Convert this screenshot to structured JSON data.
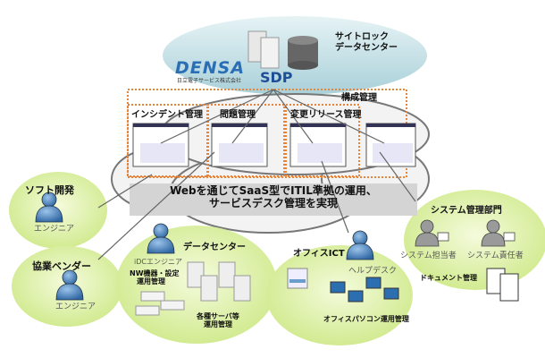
{
  "top": {
    "site_label_line1": "サイトロック",
    "site_label_line2": "データセンター",
    "logo_text": "DENSA",
    "logo_subtext": "日立電子サービス株式会社",
    "platform": "SDP"
  },
  "modules": {
    "config": "構成管理",
    "items": [
      {
        "label": "インシデント管理"
      },
      {
        "label": "問題管理"
      },
      {
        "label": "変更リリース管理"
      }
    ]
  },
  "banner": {
    "line1": "Webを通じてSaaS型でITIL準拠の運用、",
    "line2": "サービスデスク管理を実現"
  },
  "groups": {
    "soft_dev": {
      "title": "ソフト開発",
      "role": "エンジニア"
    },
    "vendor": {
      "title": "協業ベンダー",
      "role": "エンジニア"
    },
    "datacenter": {
      "title": "データセンター",
      "role": "iDCエンジニア",
      "nw_line1": "NW機器・設定",
      "nw_line2": "運用管理",
      "srv_line1": "各種サーバ等",
      "srv_line2": "運用管理"
    },
    "office": {
      "title": "オフィスICT",
      "role": "ヘルプデスク",
      "pc": "オフィスパソコン運用管理"
    },
    "sysadmin": {
      "title": "システム管理部門",
      "role1": "システム担当者",
      "role2": "システム責任者",
      "docs": "ドキュメント管理"
    }
  },
  "colors": {
    "green_bubble": "#dcf0a0",
    "cloud_top": "#b9dbe2",
    "dotted_box": "#e8843a",
    "banner": "#d4d4d4",
    "person": "#4f86c0",
    "logo": "#2a6fb5"
  }
}
